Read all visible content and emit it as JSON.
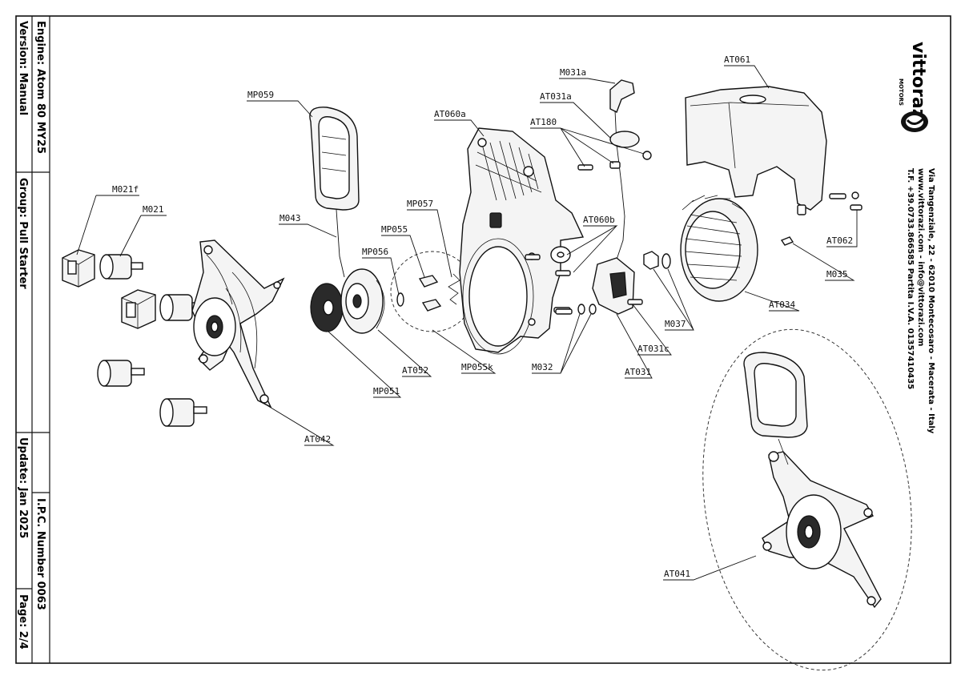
{
  "title_block": {
    "engine": "Engine: Atom 80 MY25",
    "version": "Version: Manual",
    "group": "Group: Pull Starter",
    "update": "Update: Jan 2025",
    "ipc_number": "I.P.C. Number 0063",
    "page": "Page: 2/4"
  },
  "company": {
    "logo_text": "vittorazi",
    "logo_sub": "MOTORS",
    "address": "Via Tangenziale, 22 - 62010 Montecosaro - Macerata - Italy",
    "web_email": "www.vittorazi.com - info@vittorazi.com",
    "phone_vat": "T.F. +39.0733.866585 Partita I.V.A. 01357410435"
  },
  "callouts": [
    "M021f",
    "M021",
    "MP059",
    "M043",
    "MP057",
    "MP055",
    "MP056",
    "AT060a",
    "M031a",
    "AT031a",
    "AT180",
    "AT060b",
    "AT061",
    "AT062",
    "M035",
    "AT034",
    "M037",
    "AT031c",
    "AT031",
    "M032",
    "MP055k",
    "AT052",
    "MP051",
    "AT042",
    "AT041"
  ],
  "colors": {
    "line": "#111111",
    "paper": "#ffffff"
  }
}
